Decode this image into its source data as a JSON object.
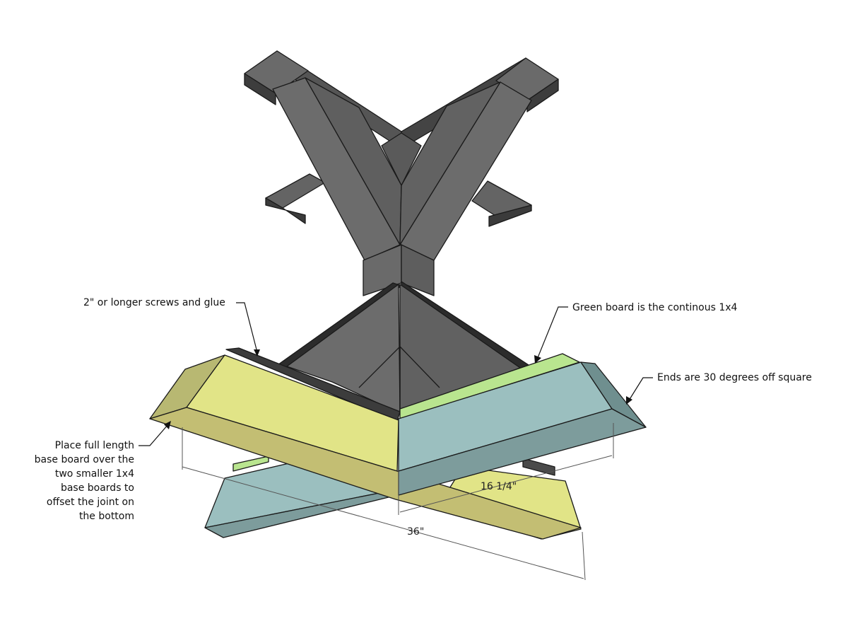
{
  "colors": {
    "post_light": "#6e6e6e",
    "post_mid": "#5c5c5c",
    "post_dark": "#3f3f3f",
    "post_darker": "#2c2c2c",
    "yellow_top": "#e1e487",
    "yellow_side": "#c3be73",
    "yellow_end": "#b8b872",
    "teal_top": "#9bbfbf",
    "teal_side": "#7d9c9c",
    "teal_end": "#6f8f8f",
    "green": "#b9e58f"
  },
  "callouts": {
    "screws": "2\" or longer screws and glue",
    "green_board": "Green board is the continous 1x4",
    "ends": "Ends are 30 degrees off square",
    "place_full": [
      "Place full length",
      "base board over the",
      "two smaller 1x4",
      "base boards to",
      "offset the joint on",
      "the bottom"
    ]
  },
  "dimensions": {
    "short": "16 1/4\"",
    "long": "36\""
  }
}
